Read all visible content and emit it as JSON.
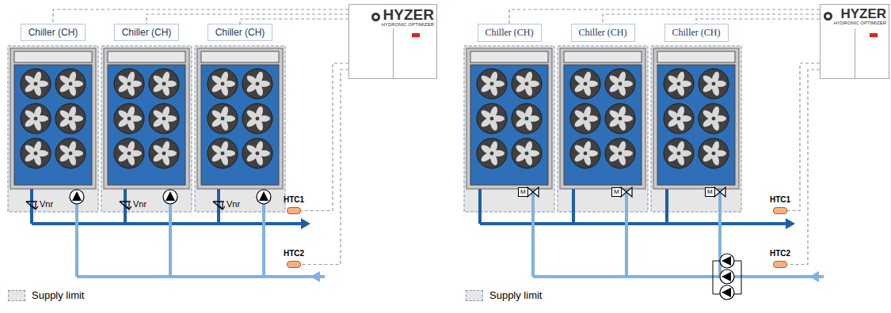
{
  "diagram": {
    "nodes": [
      {
        "text": [
          "Chiller (CH)"
        ]
      },
      {
        "text": [
          "Chiller (CH)"
        ]
      },
      {
        "text": [
          "Chiller (CH)"
        ]
      },
      {
        "text": [
          "HYZER",
          "HYDRONIC OPTIMIZER"
        ]
      },
      {
        "text": [
          "HTC1"
        ]
      },
      {
        "text": [
          "HTC2"
        ]
      },
      {
        "text": [
          "Chiller (CH)"
        ]
      },
      {
        "text": [
          "Chiller (CH)"
        ]
      },
      {
        "text": [
          "Chiller (CH)"
        ]
      },
      {
        "text": [
          "HYZER",
          "HYDRONIC OPTIMIZER"
        ]
      },
      {
        "text": [
          "HTC1"
        ]
      },
      {
        "text": [
          "HTC2"
        ]
      }
    ],
    "edges": [
      {
        "from": 3,
        "to": 0,
        "arrow": "none"
      },
      {
        "from": 3,
        "to": 1,
        "arrow": "none"
      },
      {
        "from": 3,
        "to": 2,
        "arrow": "none"
      },
      {
        "from": 3,
        "to": 4,
        "arrow": "none"
      },
      {
        "from": 3,
        "to": 5,
        "arrow": "none"
      },
      {
        "from": 9,
        "to": 6,
        "arrow": "none"
      },
      {
        "from": 9,
        "to": 7,
        "arrow": "none"
      },
      {
        "from": 9,
        "to": 8,
        "arrow": "none"
      },
      {
        "from": 9,
        "to": 10,
        "arrow": "none"
      },
      {
        "from": 9,
        "to": 11,
        "arrow": "none"
      }
    ],
    "labels": [
      "Vnr",
      "Vnr",
      "Vnr",
      "M",
      "M",
      "M"
    ],
    "legend": [
      {
        "text": "Supply limit",
        "color": "#e7e6e6"
      },
      {
        "text": "Supply limit",
        "color": "#e7e6e6"
      }
    ]
  }
}
